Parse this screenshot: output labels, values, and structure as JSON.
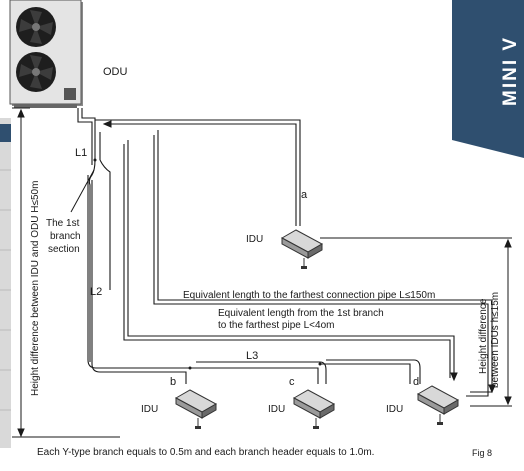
{
  "banner": {
    "text": "MINI V",
    "color": "#2f4f6f"
  },
  "labels": {
    "odu": "ODU",
    "l1": "L1",
    "l2": "L2",
    "l3": "L3",
    "branch_section": [
      "The 1st",
      "branch",
      "section"
    ],
    "branch_a": "a",
    "branch_b": "b",
    "branch_c": "c",
    "branch_d": "d",
    "idu": "IDU",
    "equivalent_length_farthest": "Equivalent length to the farthest connection pipe L≤150m",
    "equivalent_length_first_branch": [
      "Equivalent length from the 1st branch",
      "to the farthest pipe L<4om"
    ],
    "height_diff_idu_odu": "Height difference between IDU and ODU H≤50m",
    "height_diff_idus": [
      "Height difference",
      "between IDUs h≤15m"
    ],
    "footer_note": "Each Y-type branch equals to 0.5m and each branch header equals to 1.0m.",
    "figure_label": "Fig 8"
  },
  "colors": {
    "line": "#1a1a1a",
    "unit_body": "#e4e4e4",
    "unit_shadow": "#8a8a8a",
    "fan": "#1e1e1e",
    "sidebar": "#cfcfcf"
  }
}
